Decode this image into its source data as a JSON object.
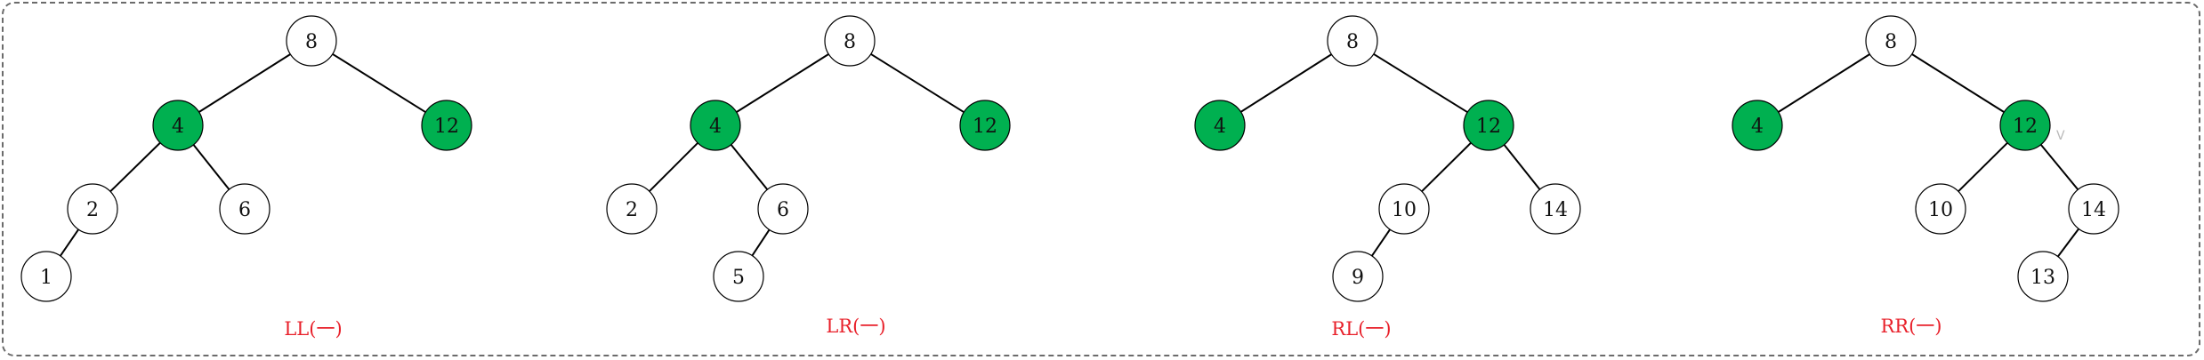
{
  "diagrams": [
    {
      "caption": "LL(一)",
      "nodes": [
        {
          "id": "n8",
          "label": "8",
          "highlight": false
        },
        {
          "id": "n4",
          "label": "4",
          "highlight": true
        },
        {
          "id": "n12",
          "label": "12",
          "highlight": true
        },
        {
          "id": "n2",
          "label": "2",
          "highlight": false
        },
        {
          "id": "n6",
          "label": "6",
          "highlight": false
        },
        {
          "id": "n1",
          "label": "1",
          "highlight": false
        }
      ],
      "edges": [
        [
          "n8",
          "n4"
        ],
        [
          "n8",
          "n12"
        ],
        [
          "n4",
          "n2"
        ],
        [
          "n4",
          "n6"
        ],
        [
          "n2",
          "n1"
        ]
      ]
    },
    {
      "caption": "LR(一)",
      "nodes": [
        {
          "id": "n8",
          "label": "8",
          "highlight": false
        },
        {
          "id": "n4",
          "label": "4",
          "highlight": true
        },
        {
          "id": "n12",
          "label": "12",
          "highlight": true
        },
        {
          "id": "n2",
          "label": "2",
          "highlight": false
        },
        {
          "id": "n6",
          "label": "6",
          "highlight": false
        },
        {
          "id": "n5",
          "label": "5",
          "highlight": false
        }
      ],
      "edges": [
        [
          "n8",
          "n4"
        ],
        [
          "n8",
          "n12"
        ],
        [
          "n4",
          "n2"
        ],
        [
          "n4",
          "n6"
        ],
        [
          "n6",
          "n5"
        ]
      ]
    },
    {
      "caption": "RL(一)",
      "nodes": [
        {
          "id": "n8",
          "label": "8",
          "highlight": false
        },
        {
          "id": "n4",
          "label": "4",
          "highlight": true
        },
        {
          "id": "n12",
          "label": "12",
          "highlight": true
        },
        {
          "id": "n10",
          "label": "10",
          "highlight": false
        },
        {
          "id": "n14",
          "label": "14",
          "highlight": false
        },
        {
          "id": "n9",
          "label": "9",
          "highlight": false
        }
      ],
      "edges": [
        [
          "n8",
          "n4"
        ],
        [
          "n8",
          "n12"
        ],
        [
          "n12",
          "n10"
        ],
        [
          "n12",
          "n14"
        ],
        [
          "n10",
          "n9"
        ]
      ]
    },
    {
      "caption": "RR(一)",
      "nodes": [
        {
          "id": "n8",
          "label": "8",
          "highlight": false
        },
        {
          "id": "n4",
          "label": "4",
          "highlight": true
        },
        {
          "id": "n12",
          "label": "12",
          "highlight": true
        },
        {
          "id": "n10",
          "label": "10",
          "highlight": false
        },
        {
          "id": "n14",
          "label": "14",
          "highlight": false
        },
        {
          "id": "n13",
          "label": "13",
          "highlight": false
        }
      ],
      "edges": [
        [
          "n8",
          "n4"
        ],
        [
          "n8",
          "n12"
        ],
        [
          "n12",
          "n10"
        ],
        [
          "n12",
          "n14"
        ],
        [
          "n14",
          "n13"
        ]
      ]
    }
  ],
  "watermark": "V",
  "colors": {
    "highlight": "#00b050",
    "caption": "#e8202a",
    "border": "#6b6b6b"
  }
}
